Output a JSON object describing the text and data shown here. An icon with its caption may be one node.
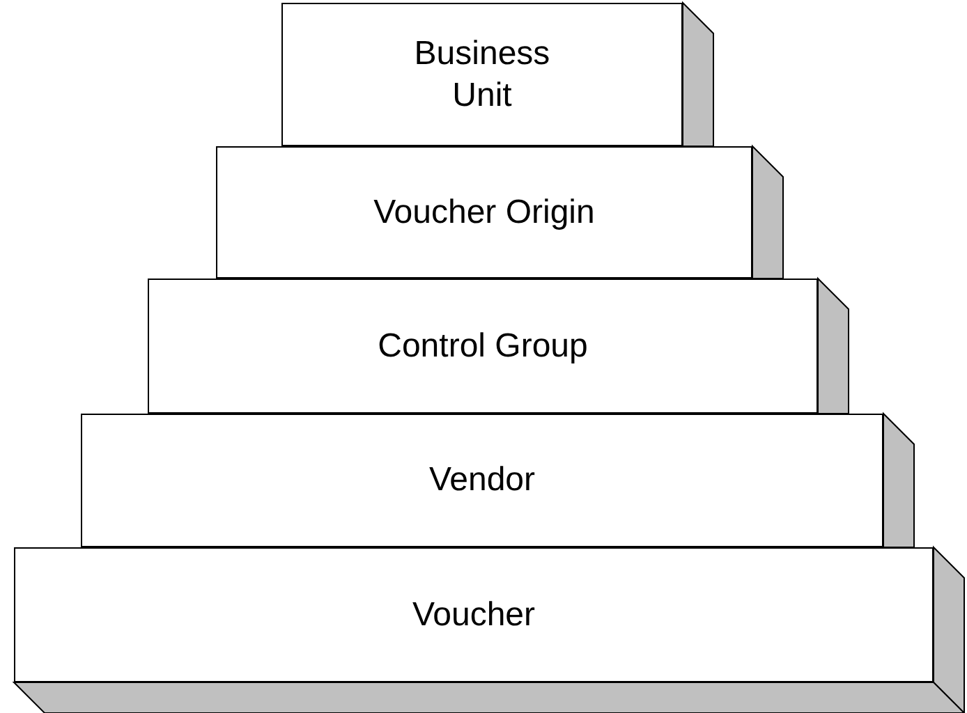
{
  "diagram": {
    "nodes": [
      {
        "text": [
          "Business Unit"
        ]
      },
      {
        "text": [
          "Voucher Origin"
        ]
      },
      {
        "text": [
          "Control Group"
        ]
      },
      {
        "text": [
          "Vendor"
        ]
      },
      {
        "text": [
          "Voucher"
        ]
      }
    ]
  }
}
